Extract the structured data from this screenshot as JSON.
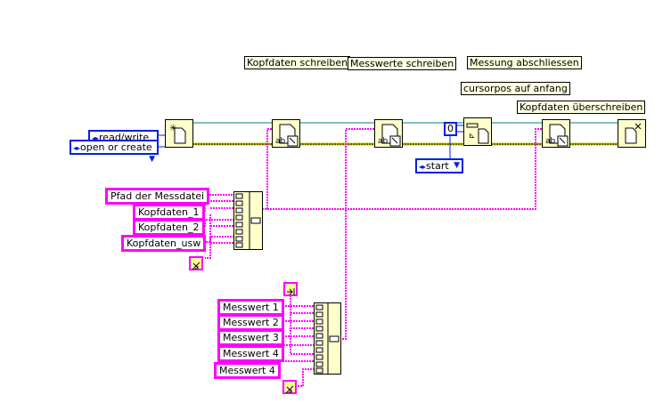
{
  "labels": {
    "write_header": "Kopfdaten schreiben",
    "write_values": "Messwerte schreiben",
    "finish": "Messung abschliessen",
    "cursor_start": "cursorpos auf anfang",
    "overwrite_header": "Kopfdaten überschreiben"
  },
  "enums": {
    "access": "read/write",
    "open_mode": "open or create",
    "seek_from": "start"
  },
  "numeric_constant": "0",
  "header_inputs": [
    "Pfad der Messdatei",
    "Kopfdaten_1",
    "Kopfdaten_2",
    "Kopfdaten_usw"
  ],
  "value_inputs": [
    "Messwert 1",
    "Messwert 2",
    "Messwert 3",
    "Messwert 4",
    "Messwert 4"
  ],
  "icons": {
    "open_file": "open-file-icon",
    "write_file": "write-file-icon",
    "set_position": "set-file-position-icon",
    "close_file": "close-file-icon",
    "concatenate": "concatenate-strings-icon",
    "eol": "end-of-line-icon",
    "tab": "tab-constant-icon"
  },
  "colors": {
    "string_wire": "#ff00ff",
    "refnum_wire": "#008080",
    "error_wire": "#c8c800",
    "enum_wire": "#0020e0",
    "node_fill": "#ffffcc"
  }
}
